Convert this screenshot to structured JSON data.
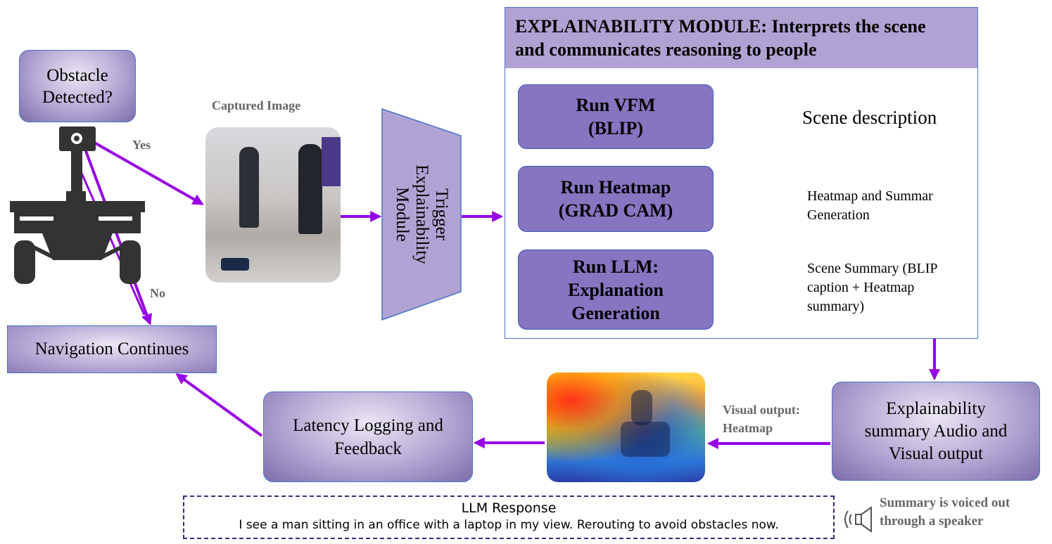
{
  "nodes": {
    "obstacle": "Obstacle Detected?",
    "captured_image_label": "Captured Image",
    "trigger": "Trigger Explainability Module",
    "navigation": "Navigation Continues",
    "latency": "Latency Logging and Feedback",
    "explain_output": "Explainability summary Audio and Visual output"
  },
  "edge_labels": {
    "yes": "Yes",
    "no": "No",
    "visual_output": "Visual output: Heatmap"
  },
  "module": {
    "title": "EXPLAINABILITY MODULE: Interprets the scene and communicates reasoning to people",
    "steps": [
      {
        "label": "Run VFM (BLIP)",
        "output": "Scene description"
      },
      {
        "label": "Run Heatmap (GRAD CAM)",
        "output": "Heatmap and Summar Generation"
      },
      {
        "label": "Run LLM: Explanation Generation",
        "output": "Scene Summary (BLIP caption + Heatmap summary)"
      }
    ]
  },
  "llm": {
    "title": "LLM Response",
    "text": "I see a man sitting in an office with a laptop in my view. Rerouting to avoid obstacles now."
  },
  "speaker_note": "Summary is voiced out through a speaker",
  "icons": [
    "robot-icon",
    "speaker-icon"
  ],
  "colors": {
    "arrow_purple": "#9600e6",
    "arrow_blue": "#4a86e8",
    "box_fill": "#b0a3d3",
    "step_fill": "#8675c1"
  }
}
